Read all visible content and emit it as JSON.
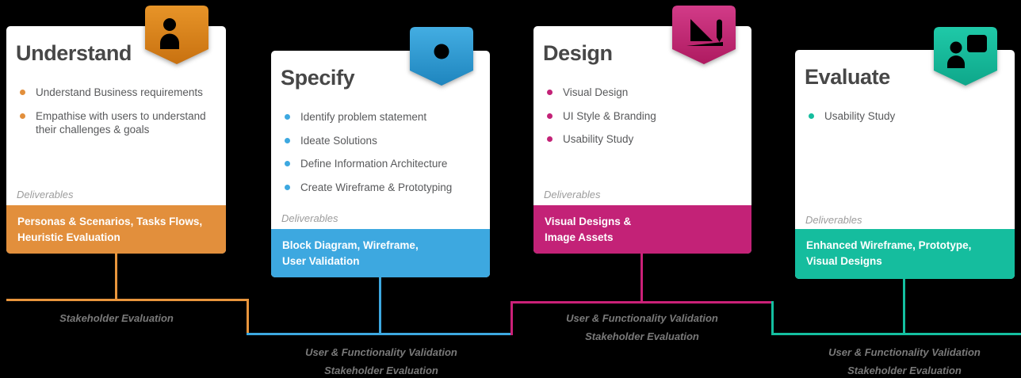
{
  "background_color": "#000000",
  "stages": [
    {
      "title": "Understand",
      "accent_color": "#E28F3C",
      "badge_icon": "user-research-icon",
      "deliverables_heading": "Deliverables",
      "bullets": [
        "Understand Business requirements",
        "Empathise with users to understand their challenges & goals"
      ],
      "deliverables": [
        "Personas & Scenarios, Tasks Flows,",
        "Heuristic Evaluation"
      ]
    },
    {
      "title": "Specify",
      "accent_color": "#3DA8E0",
      "badge_icon": "gear-icon",
      "deliverables_heading": "Deliverables",
      "bullets": [
        "Identify problem statement",
        "Ideate Solutions",
        "Define Information Architecture",
        "Create Wireframe & Prototyping"
      ],
      "deliverables": [
        "Block Diagram, Wireframe,",
        "User Validation"
      ]
    },
    {
      "title": "Design",
      "accent_color": "#C32277",
      "badge_icon": "design-tools-icon",
      "deliverables_heading": "Deliverables",
      "bullets": [
        "Visual Design",
        "UI Style & Branding",
        "Usability Study"
      ],
      "deliverables": [
        "Visual Designs &",
        "Image Assets"
      ]
    },
    {
      "title": "Evaluate",
      "accent_color": "#15BD9E",
      "badge_icon": "user-evaluation-icon",
      "deliverables_heading": "Deliverables",
      "bullets": [
        "Usability Study"
      ],
      "deliverables": [
        "Enhanced Wireframe, Prototype,",
        "Visual Designs"
      ]
    }
  ],
  "connector_labels": {
    "understand": [
      "Stakeholder Evaluation"
    ],
    "specify": [
      "User & Functionality Validation",
      "Stakeholder Evaluation"
    ],
    "design": [
      "User & Functionality Validation",
      "Stakeholder Evaluation"
    ],
    "evaluate": [
      "User & Functionality Validation",
      "Stakeholder Evaluation"
    ]
  }
}
